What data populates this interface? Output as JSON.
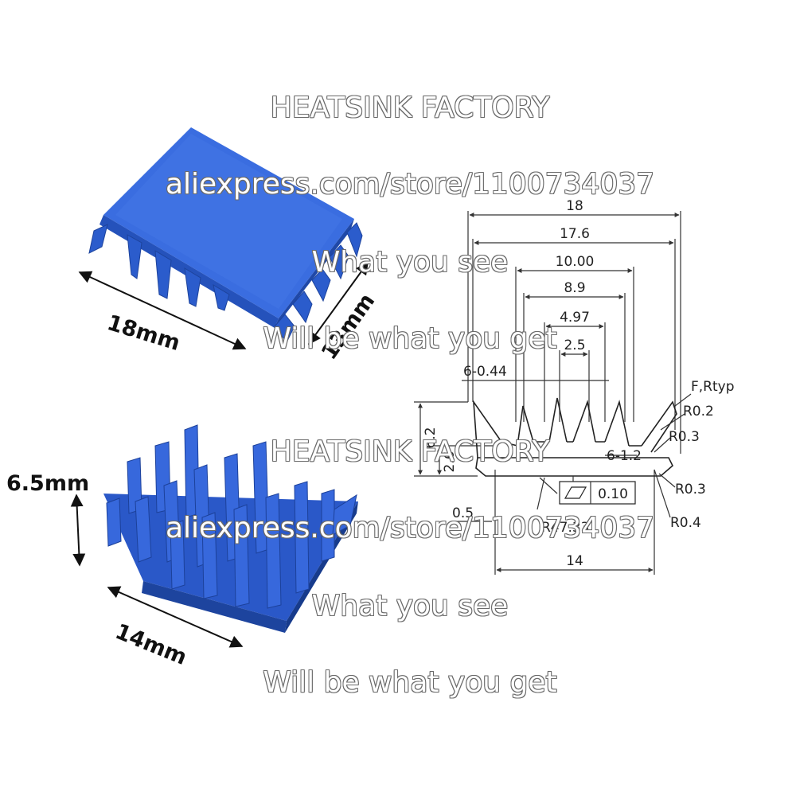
{
  "watermark": {
    "factory": "HEATSINK FACTORY",
    "store_url": "aliexpress.com/store/1100734037",
    "tagline_1": "What you see",
    "tagline_2": "Will be what you get"
  },
  "product": {
    "color": "#2f63d6",
    "top_view": {
      "length_label": "18mm",
      "width_label": "13mm"
    },
    "bottom_view": {
      "height_label": "6.5mm",
      "width_label": "14mm"
    }
  },
  "drawing": {
    "dims": {
      "d18": "18",
      "d17_6": "17.6",
      "d10": "10.00",
      "d8_9": "8.9",
      "d4_97": "4.97",
      "d2_5": "2.5",
      "d6_044": "6-0.44",
      "frtyp": "F,Rtyp",
      "r02": "R0.2",
      "r03a": "R0.3",
      "d6_12": "6-1.2",
      "d6_2": "6.2",
      "d2_6": "2.6",
      "r03b": "R0.3",
      "r04": "R0.4",
      "d0_5": "0.5",
      "r47_33": "R47.33",
      "flatness": "0.10",
      "d14": "14"
    }
  }
}
